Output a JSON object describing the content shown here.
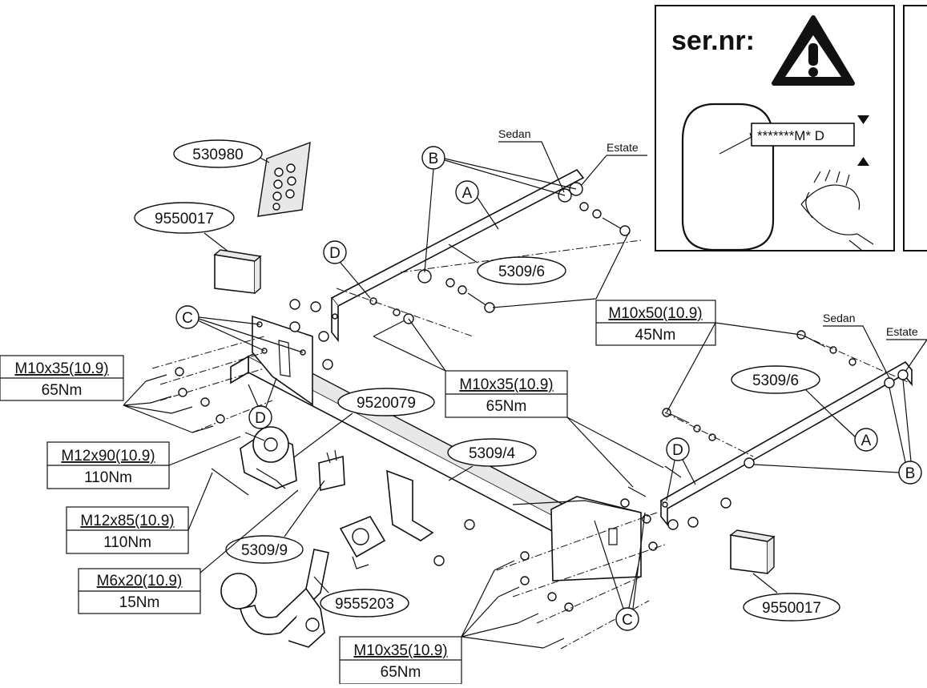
{
  "warning_panel": {
    "serial_label": "ser.nr:",
    "serial_code": "*******M* D"
  },
  "part_numbers": {
    "kit_bag": "530980",
    "electric_kit_top": "9550017",
    "electric_kit_bottom": "9550017",
    "crossbar_top": "5309/6",
    "crossbar_right": "5309/6",
    "main_beam": "5309/4",
    "socket_plate": "9520079",
    "socket_bracket": "5309/9",
    "tow_ball": "9555203"
  },
  "vehicle_variants": {
    "sedan_top": "Sedan",
    "estate_top": "Estate",
    "sedan_right": "Sedan",
    "estate_right": "Estate"
  },
  "callout_letters": {
    "a_top": "A",
    "a_right": "A",
    "b_top": "B",
    "b_right": "B",
    "c_left": "C",
    "c_bottom": "C",
    "d_top": "D",
    "d_left": "D",
    "d_right": "D"
  },
  "bolt_specs": [
    {
      "size": "M10x35(10.9)",
      "torque": "65Nm"
    },
    {
      "size": "M10x50(10.9)",
      "torque": "45Nm"
    },
    {
      "size": "M10x35(10.9)",
      "torque": "65Nm"
    },
    {
      "size": "M12x90(10.9)",
      "torque": "110Nm"
    },
    {
      "size": "M12x85(10.9)",
      "torque": "110Nm"
    },
    {
      "size": "M6x20(10.9)",
      "torque": "15Nm"
    },
    {
      "size": "M10x35(10.9)",
      "torque": "65Nm"
    }
  ]
}
